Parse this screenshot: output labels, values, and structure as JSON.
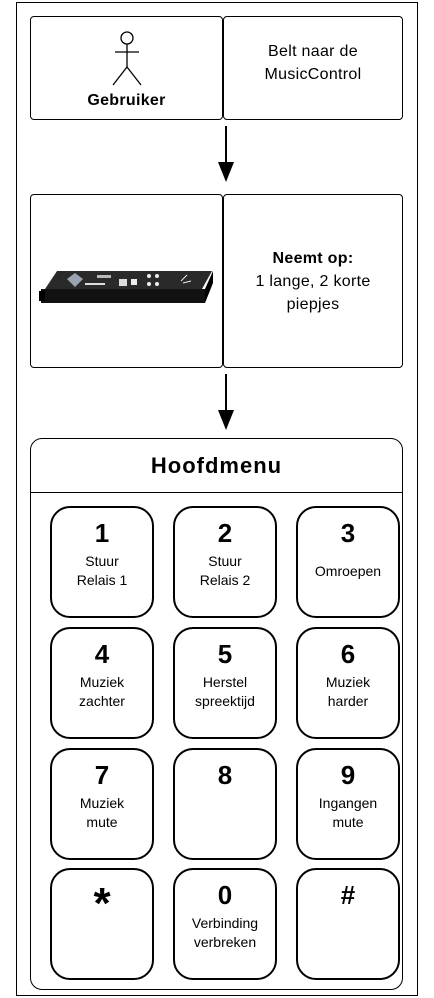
{
  "step1": {
    "actor_label": "Gebruiker",
    "description_lines": [
      "Belt naar de",
      "MusicControl"
    ]
  },
  "step2": {
    "title": "Neemt op:",
    "description_lines": [
      "1 lange, 2 korte",
      "piepjes"
    ]
  },
  "menu": {
    "title": "Hoofdmenu",
    "keys": [
      {
        "key": "1",
        "lines": [
          "Stuur",
          "Relais 1"
        ]
      },
      {
        "key": "2",
        "lines": [
          "Stuur",
          "Relais 2"
        ]
      },
      {
        "key": "3",
        "lines": [
          "Omroepen"
        ]
      },
      {
        "key": "4",
        "lines": [
          "Muziek",
          "zachter"
        ]
      },
      {
        "key": "5",
        "lines": [
          "Herstel",
          "spreektijd"
        ]
      },
      {
        "key": "6",
        "lines": [
          "Muziek",
          "harder"
        ]
      },
      {
        "key": "7",
        "lines": [
          "Muziek",
          "mute"
        ]
      },
      {
        "key": "8",
        "lines": []
      },
      {
        "key": "9",
        "lines": [
          "Ingangen",
          "mute"
        ]
      },
      {
        "key": "*",
        "lines": []
      },
      {
        "key": "0",
        "lines": [
          "Verbinding",
          "verbreken"
        ]
      },
      {
        "key": "#",
        "lines": []
      }
    ]
  }
}
